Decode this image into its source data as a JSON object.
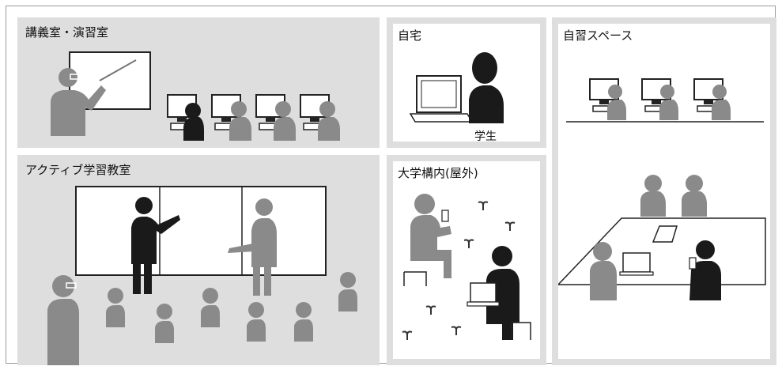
{
  "panels": {
    "lecture": {
      "title": "講義室・演習室"
    },
    "home": {
      "title": "自宅",
      "student_label": "学生"
    },
    "self_study": {
      "title": "自習スペース"
    },
    "active": {
      "title": "アクティブ学習教室"
    },
    "campus": {
      "title": "大学構内(屋外)"
    }
  },
  "colors": {
    "panel_grey": "#dedede",
    "figure_grey": "#8a8a8a",
    "figure_dark": "#1a1a1a"
  }
}
